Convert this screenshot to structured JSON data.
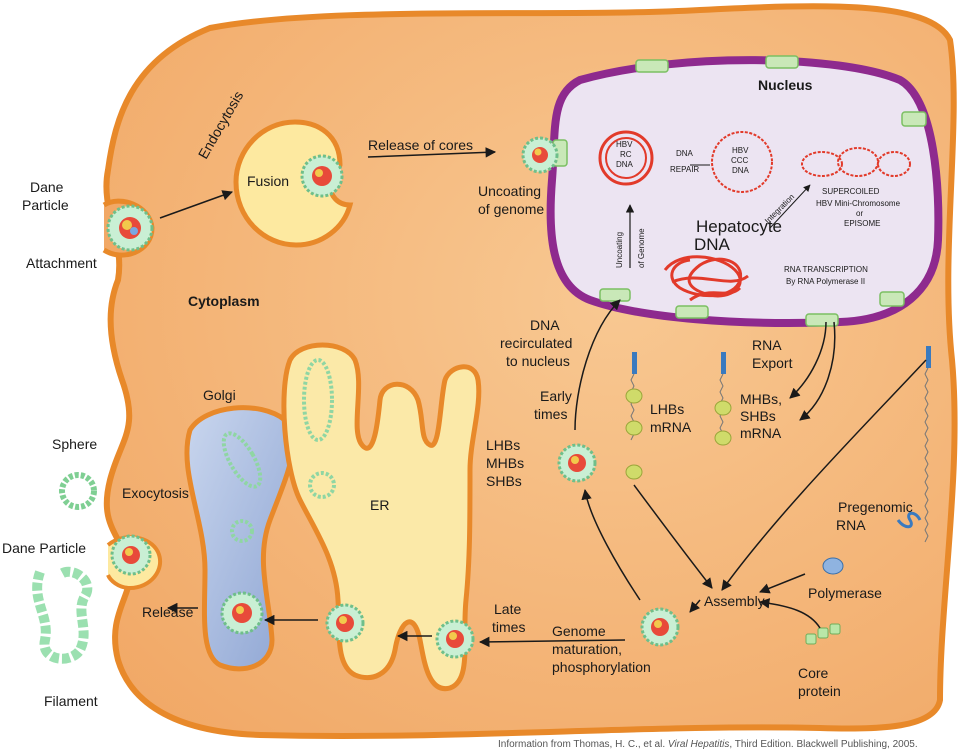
{
  "labels": {
    "nucleus": "Nucleus",
    "cytoplasm": "Cytoplasm",
    "endocytosis": "Endocytosis",
    "fusion": "Fusion",
    "release_of_cores": "Release of cores",
    "dane_particle_top_1": "Dane",
    "dane_particle_top_2": "Particle",
    "attachment": "Attachment",
    "uncoating_1": "Uncoating",
    "uncoating_2": "of genome",
    "hbv_rc_1": "HBV",
    "hbv_rc_2": "RC",
    "hbv_rc_3": "DNA",
    "dna_repair_1": "DNA",
    "dna_repair_2": "REPAIR",
    "hbv_ccc_1": "HBV",
    "hbv_ccc_2": "CCC",
    "hbv_ccc_3": "DNA",
    "integration": "Integration",
    "supercoiled_1": "SUPERCOILED",
    "supercoiled_2": "HBV Mini-Chromosome",
    "supercoiled_3": "or",
    "supercoiled_4": "EPISOME",
    "uncoating_vertical_1": "Uncoating",
    "uncoating_vertical_2": "of Genome",
    "hepatocyte_1": "Hepatocyte",
    "hepatocyte_2": "DNA",
    "rna_transcription_1": "RNA TRANSCRIPTION",
    "rna_transcription_2": "By RNA Polymerase II",
    "dna_recirc_1": "DNA",
    "dna_recirc_2": "recirculated",
    "dna_recirc_3": "to nucleus",
    "rna_export_1": "RNA",
    "rna_export_2": "Export",
    "early_times_1": "Early",
    "early_times_2": "times",
    "lhbs_mrna_1": "LHBs",
    "lhbs_mrna_2": "mRNA",
    "mhbs_1": "MHBs,",
    "mhbs_2": "SHBs",
    "mhbs_3": "mRNA",
    "golgi": "Golgi",
    "sphere": "Sphere",
    "exocytosis": "Exocytosis",
    "dane_particle_left": "Dane Particle",
    "release": "Release",
    "filament": "Filament",
    "er": "ER",
    "lhbs_er_1": "LHBs",
    "lhbs_er_2": "MHBs",
    "lhbs_er_3": "SHBs",
    "pregenomic_1": "Pregenomic",
    "pregenomic_2": "RNA",
    "polymerase": "Polymerase",
    "assembly": "Assembly",
    "late_times_1": "Late",
    "late_times_2": "times",
    "genome_mat_1": "Genome",
    "genome_mat_2": "maturation,",
    "genome_mat_3": "phosphorylation",
    "core_protein_1": "Core",
    "core_protein_2": "protein"
  },
  "caption": {
    "prefix": "Information from Thomas, H. C., et al. ",
    "title": "Viral Hepatitis",
    "suffix": ", Third Edition. Blackwell Publishing, 2005."
  },
  "colors": {
    "cell_fill": "#f5b67a",
    "cell_stroke": "#e8892a",
    "nucleus_fill": "#ece4f2",
    "nucleus_stroke": "#8e2a8e",
    "er_fill": "#fbe9a8",
    "golgi_fill": "#9fb4d9",
    "particle_green": "#9be0b0",
    "dna_red": "#e23a2a",
    "vesicle_fill": "#fde9a0"
  }
}
